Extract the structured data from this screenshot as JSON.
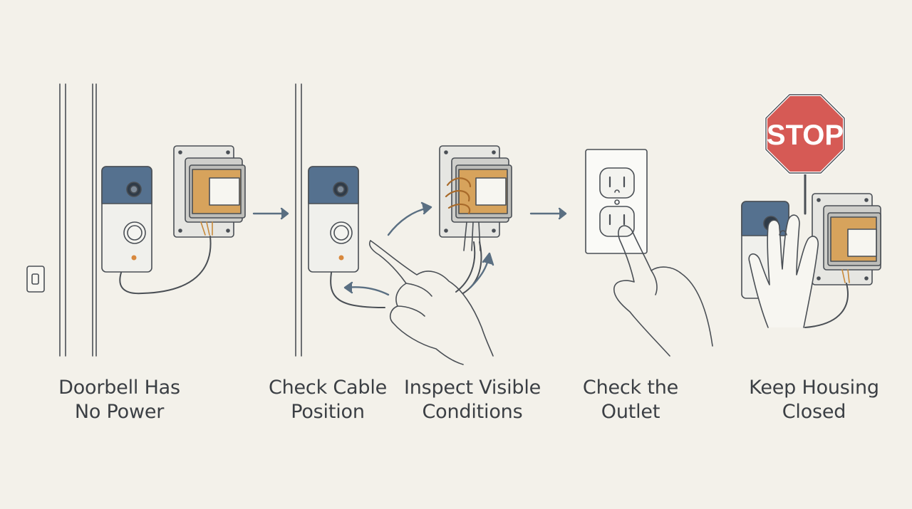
{
  "steps": [
    {
      "line1": "Doorbell Has",
      "line2": "No Power"
    },
    {
      "line1": "Check Cable",
      "line2": "Position"
    },
    {
      "line1": "Inspect Visible",
      "line2": "Conditions"
    },
    {
      "line1": "Check the",
      "line2": "Outlet"
    },
    {
      "line1": "Keep Housing",
      "line2": "Closed"
    }
  ],
  "sign": {
    "text": "STOP"
  },
  "colors": {
    "background": "#f3f1ea",
    "stroke": "#4a4f55",
    "doorbell_cap": "#55718f",
    "transformer_label": "#d7a35c",
    "stop_red": "#d65a55",
    "arrow": "#5a6f82"
  }
}
